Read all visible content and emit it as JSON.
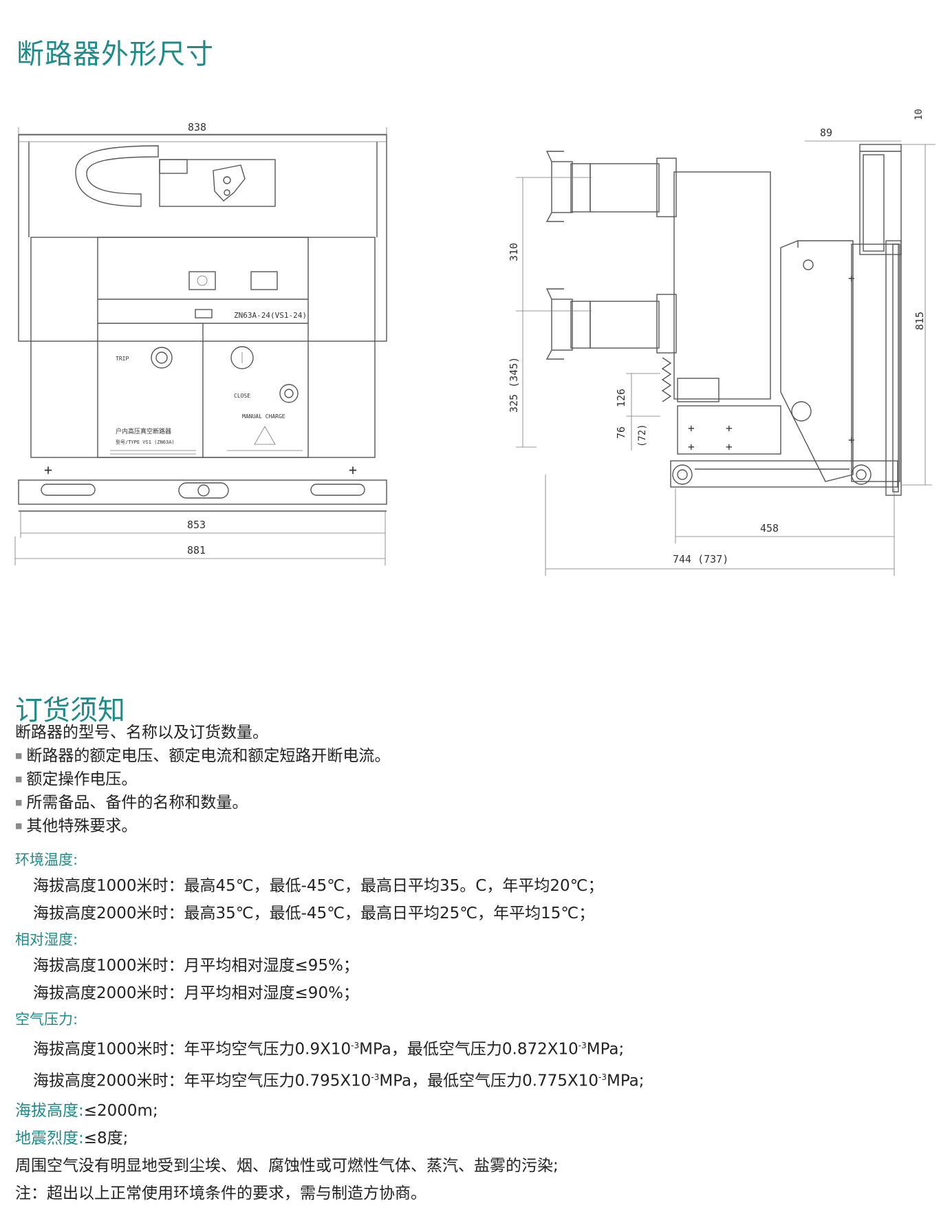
{
  "title": "断路器外形尺寸",
  "drawing": {
    "front_plate": "ZN63A-24(VS1-24)",
    "front_labels": {
      "trip": "TRIP",
      "close": "CLOSE",
      "manual_charge": "MANUAL CHARGE",
      "nameplate": "户内高压真空断路器",
      "type": "型号/TYPE VS1 (ZN63A)"
    },
    "dims": {
      "d838": "838",
      "d853": "853",
      "d881": "881",
      "d10": "10",
      "d89": "89",
      "d310": "310",
      "d815": "815",
      "d325": "325 (345)",
      "d126": "126",
      "d76": "76",
      "d72": "(72)",
      "d458": "458",
      "d744": "744 (737)"
    }
  },
  "ordering": {
    "heading": "订货须知",
    "items": [
      "断路器的型号、名称以及订货数量。",
      "断路器的额定电压、额定电流和额定短路开断电流。",
      "额定操作电压。",
      "所需备品、备件的名称和数量。",
      "其他特殊要求。"
    ]
  },
  "environment": {
    "temp_label": "环境温度:",
    "temp_1000": "海拔高度1000米时：最高45℃，最低-45℃，最高日平均35。C，年平均20℃；",
    "temp_2000": "海拔高度2000米时：最高35℃，最低-45℃，最高日平均25℃，年平均15℃；",
    "humidity_label": "相对湿度:",
    "hum_1000": "海拔高度1000米时：月平均相对湿度≤95%；",
    "hum_2000": "海拔高度2000米时：月平均相对湿度≤90%；",
    "pressure_label": "空气压力:",
    "p1000_a": "海拔高度1000米时：年平均空气压力0.9X10",
    "p1000_b": "MPa，最低空气压力0.872X10",
    "p1000_c": "MPa;",
    "p2000_a": "海拔高度2000米时：年平均空气压力0.795X10",
    "p2000_b": "MPa，最低空气压力0.775X10",
    "p2000_c": "MPa;",
    "exp": "-3",
    "altitude_label": "海拔高度:",
    "altitude_value": "≤2000m;",
    "seismic_label": "地震烈度:",
    "seismic_value": "≤8度;",
    "air_note": "周围空气没有明显地受到尘埃、烟、腐蚀性或可燃性气体、蒸汽、盐雾的污染;",
    "note": "注：超出以上正常使用环境条件的要求，需与制造方协商。"
  }
}
